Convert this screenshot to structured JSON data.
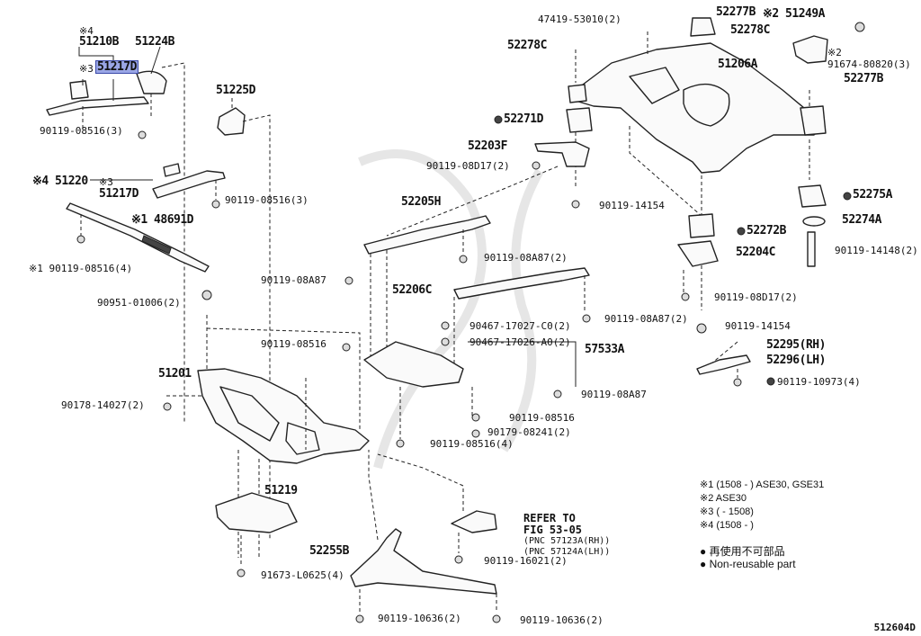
{
  "labels": {
    "l1": "※4",
    "l2": "51210B",
    "l3": "※3",
    "l4": "51217D",
    "l5": "51224B",
    "l6": "90119-08516(3)",
    "l7": "51225D",
    "l8": "※4 51220",
    "l9": "※3",
    "l10": "51217D",
    "l11": "90119-08516(3)",
    "l12": "※1 48691D",
    "l13": "※1 90119-08516(4)",
    "l14": "90951-01006(2)",
    "l15": "90119-08516",
    "l16": "51201",
    "l17": "90178-14027(2)",
    "l18": "51219",
    "l19": "91673-L0625(4)",
    "l20": "52255B",
    "l21": "90119-10636(2)",
    "l22": "90119-10636(2)",
    "l23": "90119-16021(2)",
    "l24": "52205H",
    "l25": "90119-08A87(2)",
    "l26": "90119-08A87",
    "l27": "52206C",
    "l28": "90119-08A87(2)",
    "l29": "90467-17027-C0(2)",
    "l30": "90467-17026-A0(2)",
    "l31": "57533A",
    "l32": "90119-08A87",
    "l33": "90119-08516",
    "l34": "90179-08241(2)",
    "l35": "90119-08516(4)",
    "l36": "47419-53010(2)",
    "l37": "52277B",
    "l38": "※2 51249A",
    "l39": "52278C",
    "l40": "52278C",
    "l41": "※2",
    "l42": "91674-80820(3)",
    "l43": "51206A",
    "l44": "52277B",
    "l45": "52271D",
    "l46": "52203F",
    "l47": "90119-08D17(2)",
    "l48": "90119-14154",
    "l49": "52275A",
    "l50": "52274A",
    "l51": "52272B",
    "l52": "90119-14148(2)",
    "l53": "52204C",
    "l54": "90119-08D17(2)",
    "l55": "90119-14154",
    "l56": "52295(RH)",
    "l57": "52296(LH)",
    "l58": "90119-10973(4)"
  },
  "reference": {
    "title1": "REFER TO",
    "title2": "FIG 53-05",
    "sub1": "(PNC 57123A(RH))",
    "sub2": "(PNC 57124A(LH))"
  },
  "notes": {
    "n1": "※1 (1508 -     ) ASE30, GSE31",
    "n2": "※2  ASE30",
    "n3": "※3 (     - 1508)",
    "n4": "※4 (1508 -     )"
  },
  "legend": {
    "jp": "● 再使用不可部品",
    "en": "● Non-reusable part"
  },
  "figure_id": "512604D",
  "highlight_color": "#9aa6e6"
}
